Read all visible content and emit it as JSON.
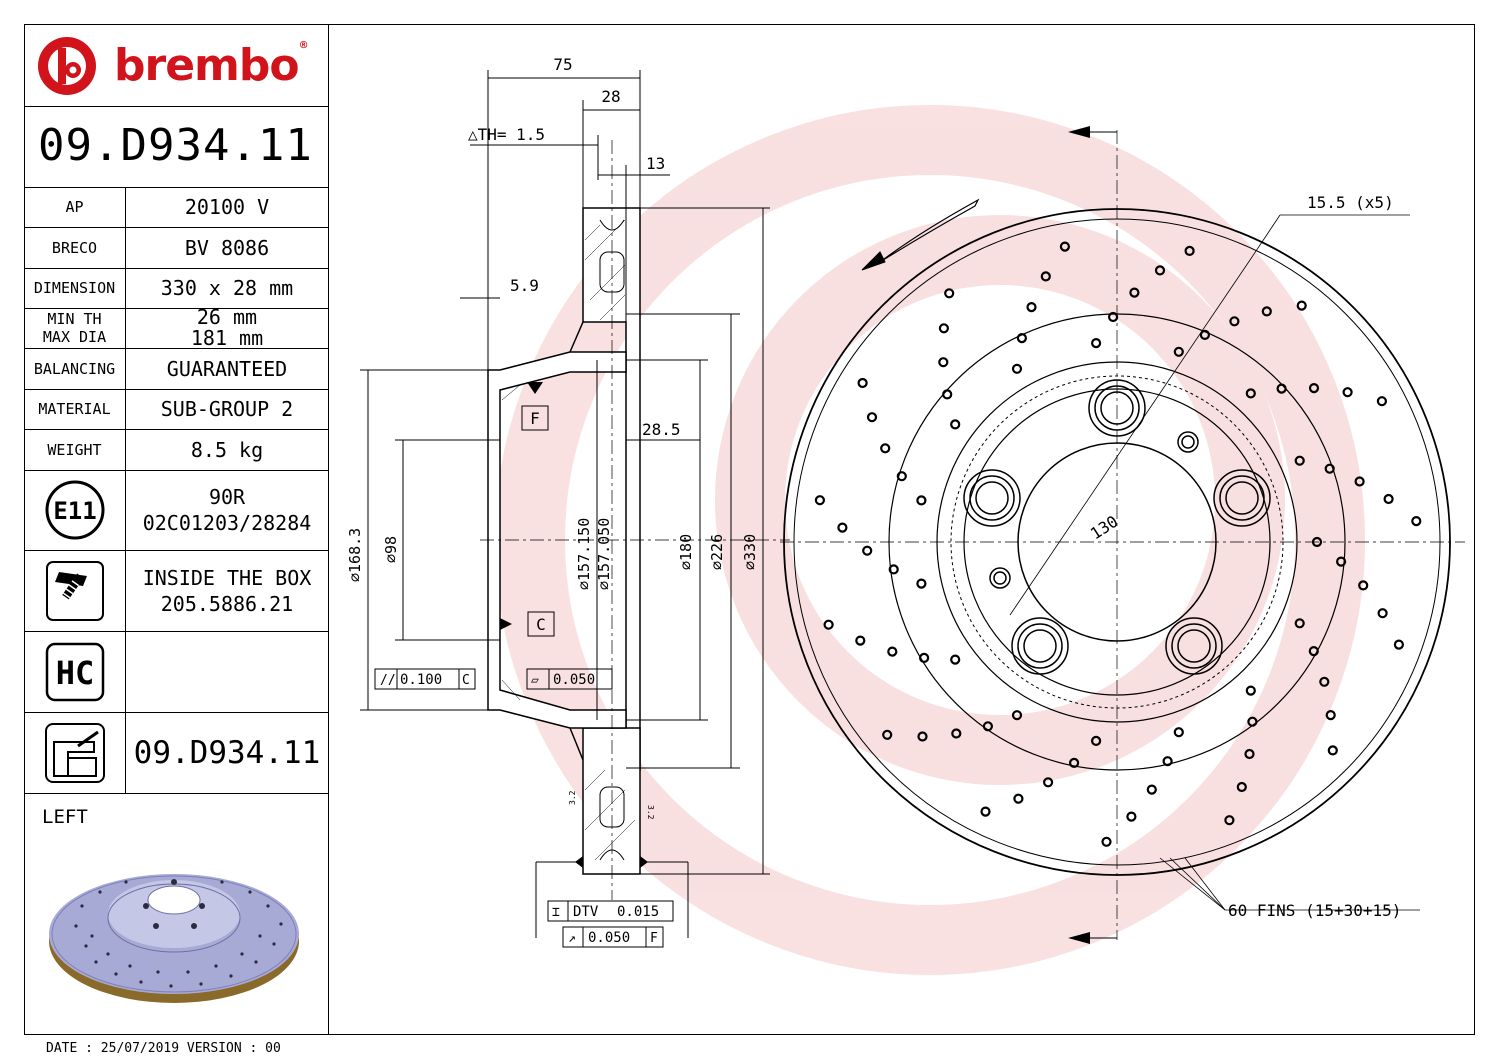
{
  "brand": {
    "name": "brembo",
    "reg": "®",
    "color": "#d1141b"
  },
  "part_number": "09.D934.11",
  "specs": [
    {
      "key": "AP",
      "value": "20100 V"
    },
    {
      "key": "BRECO",
      "value": "BV 8086"
    },
    {
      "key": "DIMENSION",
      "value": "330 x 28 mm"
    },
    {
      "key_lines": [
        "MIN TH",
        "MAX DIA"
      ],
      "value_lines": [
        "26 mm",
        "181 mm"
      ]
    },
    {
      "key": "BALANCING",
      "value": "GUARANTEED"
    },
    {
      "key": "MATERIAL",
      "value": "SUB-GROUP 2"
    },
    {
      "key": "WEIGHT",
      "value": "8.5 kg"
    }
  ],
  "approval": {
    "mark": "E11",
    "lines": [
      "90R",
      "02C01203/28284"
    ]
  },
  "inside_box": {
    "lines": [
      "INSIDE THE BOX",
      "205.5886.21"
    ],
    "icon": "screw-icon"
  },
  "hc": {
    "label": "HC"
  },
  "disc_ref": {
    "icon": "disc-section-icon",
    "code": "09.D934.11"
  },
  "side": "LEFT",
  "footer": "DATE : 25/07/2019 VERSION : 00",
  "section_dims": {
    "d75": "75",
    "d28": "28",
    "th": "△TH= 1.5",
    "d13": "13",
    "d59": "5.9",
    "d285": "28.5",
    "dia1683": "⌀168.3",
    "dia98": "⌀98",
    "dia15715": "⌀157.150",
    "dia15705": "⌀157.050",
    "dia180": "⌀180",
    "dia226": "⌀226",
    "dia330": "⌀330",
    "datum_f": "F",
    "datum_c": "C",
    "par_tol": "0.100",
    "par_ref": "C",
    "flat_tol": "0.050",
    "dtv_label": "DTV",
    "dtv": "0.015",
    "runout_tol": "0.050",
    "runout_ref": "F",
    "small1": "3.2",
    "small2": "3.2"
  },
  "front_dims": {
    "holes": "15.5 (x5)",
    "pcd": "130",
    "fins": "60 FINS (15+30+15)"
  }
}
